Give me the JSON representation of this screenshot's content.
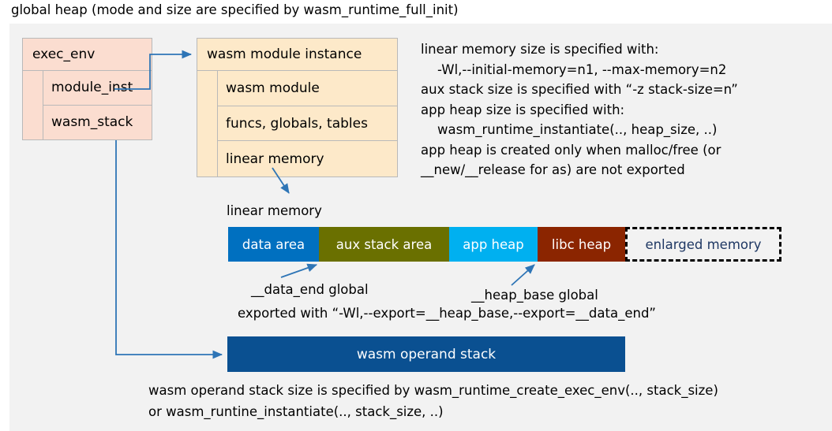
{
  "page": {
    "title": "global heap (mode and size are specified by wasm_runtime_full_init)",
    "canvas_bg": "#f2f2f2",
    "connector_color": "#2e75b6"
  },
  "exec_env": {
    "header": "exec_env",
    "fill": "#fbddd0",
    "rows": [
      {
        "label": "module_inst"
      },
      {
        "label": "wasm_stack"
      }
    ]
  },
  "module_instance": {
    "header": "wasm module instance",
    "fill": "#fde9c9",
    "rows": [
      {
        "label": "wasm module"
      },
      {
        "label": "funcs, globals, tables"
      },
      {
        "label": "linear memory"
      }
    ]
  },
  "info_block": {
    "text": "linear memory size is specified with:\n    -Wl,--initial-memory=n1, --max-memory=n2\naux stack size is specified with “-z stack-size=n”\napp heap size is specified with:\n    wasm_runtime_instantiate(.., heap_size, ..)\napp heap is created only when malloc/free (or\n__new/__release for as) are not exported"
  },
  "linear_memory": {
    "label": "linear memory",
    "segments": [
      {
        "label": "data area",
        "color": "#0070c0",
        "text_color": "#ffffff",
        "width": 115,
        "dashed": false
      },
      {
        "label": "aux stack area",
        "color": "#6a7000",
        "text_color": "#ffffff",
        "width": 165,
        "dashed": false
      },
      {
        "label": "app heap",
        "color": "#00b0f0",
        "text_color": "#ffffff",
        "width": 112,
        "dashed": false
      },
      {
        "label": "libc heap",
        "color": "#8b2500",
        "text_color": "#ffffff",
        "width": 111,
        "dashed": false
      },
      {
        "label": "enlarged memory",
        "color": "#f2f2f2",
        "text_color": "#1f3864",
        "width": 198,
        "dashed": true
      }
    ]
  },
  "annotations": {
    "data_end": "__data_end global",
    "heap_base": "__heap_base global",
    "exported": "exported with “-Wl,--export=__heap_base,--export=__data_end”"
  },
  "operand_stack": {
    "label": "wasm operand stack",
    "color": "#0a5091"
  },
  "bottom_note": {
    "text": "wasm operand stack size is specified by wasm_runtime_create_exec_env(.., stack_size)\nor wasm_runtine_instantiate(.., stack_size, ..)"
  }
}
